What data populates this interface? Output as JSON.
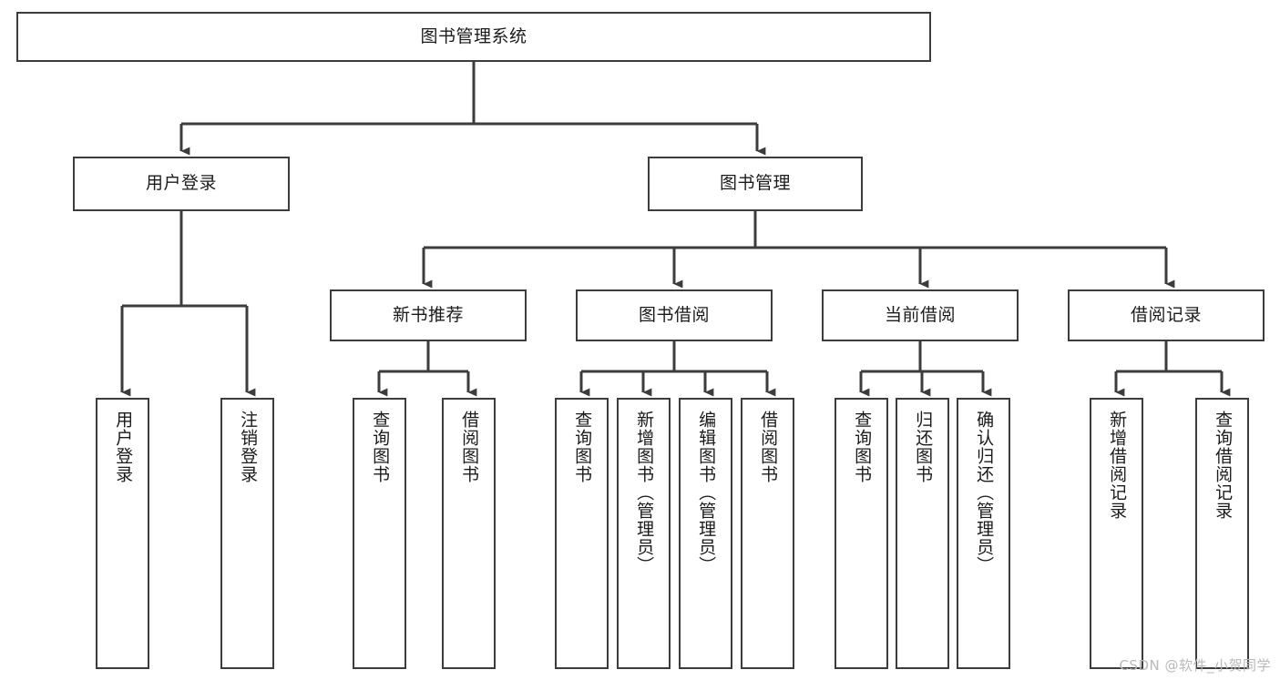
{
  "diagram": {
    "title": "图书管理系统",
    "type": "tree-hierarchy-chart",
    "orientation": "top-down",
    "colors": {
      "box_border": "#3c3c3c",
      "box_fill": "#ffffff",
      "connector": "#3c3c3c",
      "text": "#1b1b1b",
      "watermark": "#b9b9b9",
      "background": "#ffffff"
    },
    "root": {
      "label": "图书管理系统"
    },
    "level1": [
      {
        "label": "用户登录"
      },
      {
        "label": "图书管理"
      }
    ],
    "level2": [
      {
        "label": "新书推荐"
      },
      {
        "label": "图书借阅"
      },
      {
        "label": "当前借阅"
      },
      {
        "label": "借阅记录"
      }
    ],
    "leaves": {
      "user_login": [
        {
          "label": "用户登录"
        },
        {
          "label": "注销登录"
        }
      ],
      "new_book_recommend": [
        {
          "label": "查询图书"
        },
        {
          "label": "借阅图书"
        }
      ],
      "book_borrow": [
        {
          "label": "查询图书"
        },
        {
          "label": "新增图书（管理员）"
        },
        {
          "label": "编辑图书（管理员）"
        },
        {
          "label": "借阅图书"
        }
      ],
      "current_borrow": [
        {
          "label": "查询图书"
        },
        {
          "label": "归还图书"
        },
        {
          "label": "确认归还（管理员）"
        }
      ],
      "borrow_record": [
        {
          "label": "新增借阅记录"
        },
        {
          "label": "查询借阅记录"
        }
      ]
    }
  },
  "watermark": {
    "text": "CSDN @软件_小贺同学"
  }
}
